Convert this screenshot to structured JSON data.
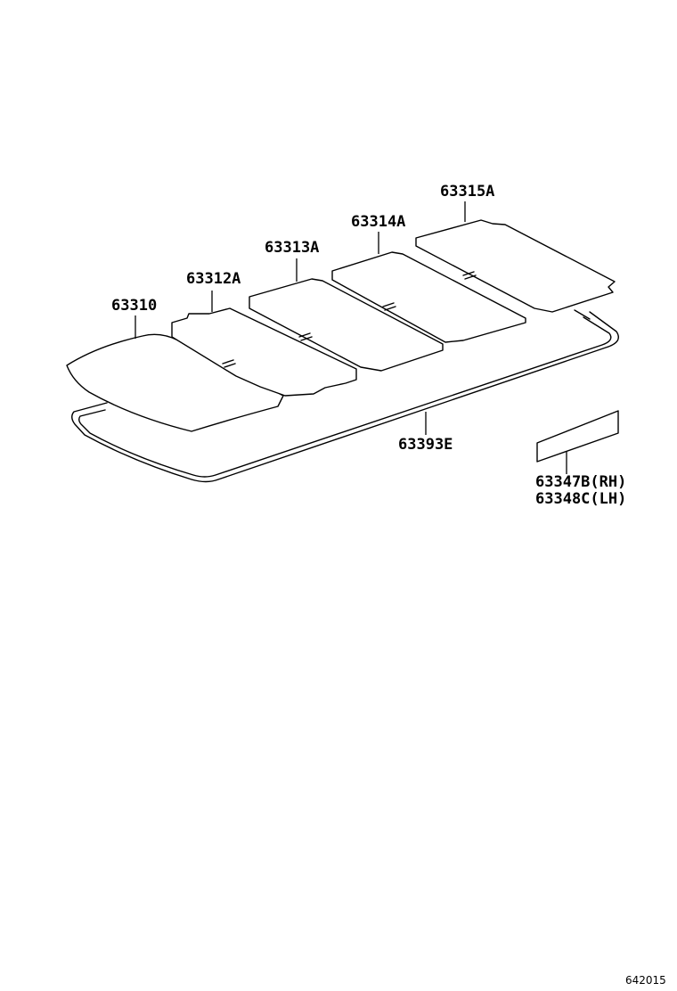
{
  "diagram": {
    "figure_code": "642015",
    "parts": [
      {
        "id": "p1",
        "number": "63310"
      },
      {
        "id": "p2",
        "number": "63312A"
      },
      {
        "id": "p3",
        "number": "63313A"
      },
      {
        "id": "p4",
        "number": "63314A"
      },
      {
        "id": "p5",
        "number": "63315A"
      },
      {
        "id": "p6",
        "number": "63393E"
      },
      {
        "id": "p7",
        "number": "63347B(RH)"
      },
      {
        "id": "p8",
        "number": "63348C(LH)"
      }
    ]
  }
}
